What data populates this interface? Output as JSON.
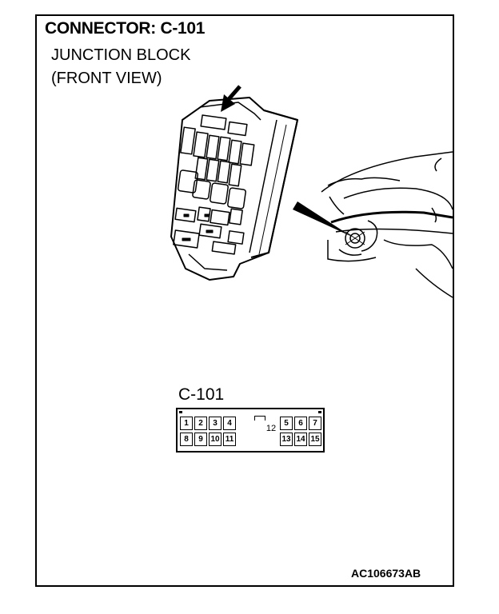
{
  "title": "CONNECTOR: C-101",
  "subtitle_line1": "JUNCTION BLOCK",
  "subtitle_line2": "(FRONT VIEW)",
  "connector_label": "C-101",
  "pins": {
    "p1": "1",
    "p2": "2",
    "p3": "3",
    "p4": "4",
    "p5": "5",
    "p6": "6",
    "p7": "7",
    "p8": "8",
    "p9": "9",
    "p10": "10",
    "p11": "11",
    "p12": "12",
    "p13": "13",
    "p14": "14",
    "p15": "15"
  },
  "figure_code": "AC106673AB"
}
